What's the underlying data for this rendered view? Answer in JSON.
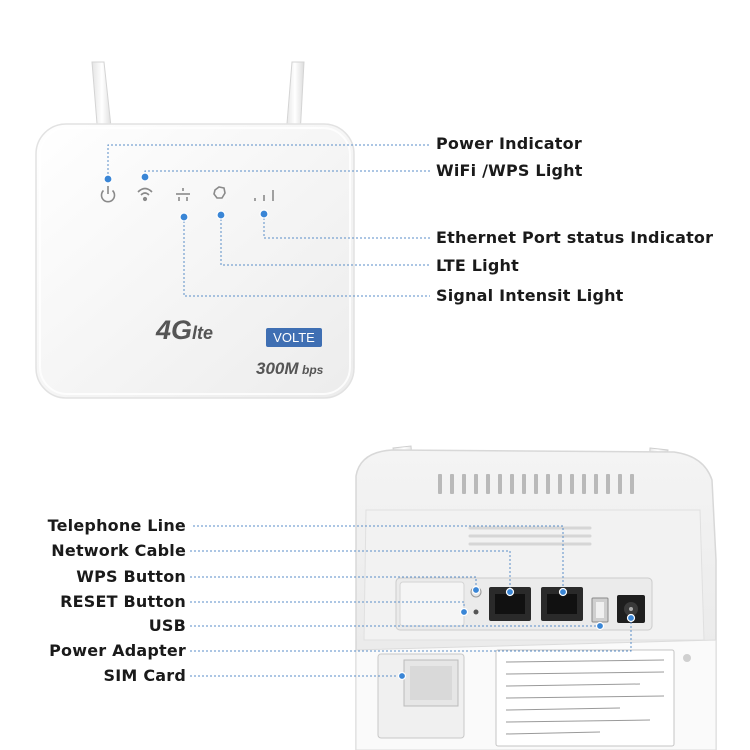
{
  "front": {
    "brand_4g": "4G",
    "brand_lte": "lte",
    "volte_badge": "VOLTE",
    "speed_value": "300M",
    "speed_unit": "bps"
  },
  "front_labels": [
    "Power Indicator",
    "WiFi /WPS Light",
    "Ethernet Port status Indicator",
    "LTE Light",
    "Signal Intensit Light"
  ],
  "back_labels": [
    "Telephone Line",
    "Network Cable",
    "WPS Button",
    "RESET Button",
    "USB",
    "Power Adapter",
    "SIM Card"
  ],
  "colors": {
    "leader_line": "#5a8ec8",
    "leader_dot": "#3a86d6",
    "volte_blue": "#3f6fb3",
    "device_white": "#f7f7f7"
  },
  "icons": [
    "power-icon",
    "wifi-icon",
    "ethernet-icon",
    "lte-icon",
    "signal-bars-icon"
  ]
}
